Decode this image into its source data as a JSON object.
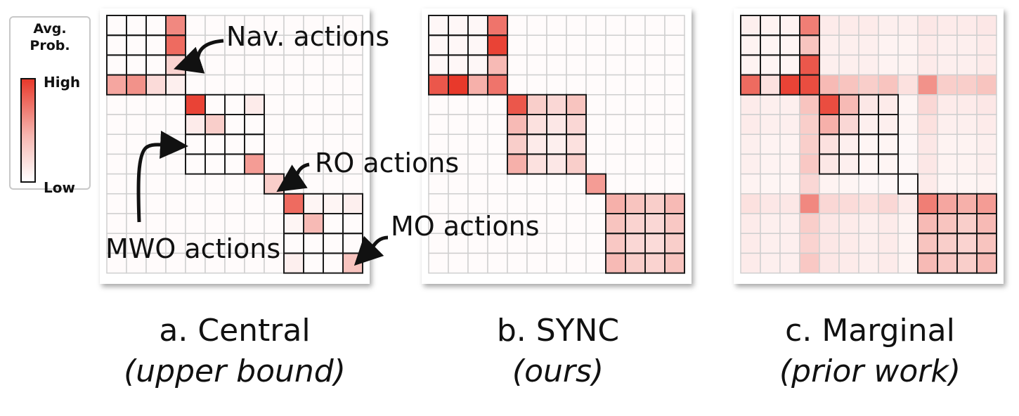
{
  "legend": {
    "title": "Avg.\nProb.",
    "high": "High",
    "low": "Low",
    "colors": {
      "high": "#e8392b",
      "low": "#ffffff"
    }
  },
  "annotations": {
    "nav": "Nav. actions",
    "ro": "RO actions",
    "mwo": "MWO actions",
    "mo": "MO actions"
  },
  "chart_data": [
    {
      "type": "heatmap",
      "caption": "a. Central",
      "subtitle": "(upper bound)",
      "size": 13,
      "blocks": [
        {
          "start": 0,
          "size": 4
        },
        {
          "start": 4,
          "size": 4
        },
        {
          "start": 8,
          "size": 1
        },
        {
          "start": 9,
          "size": 4
        }
      ],
      "values": [
        [
          0.02,
          0.02,
          0.02,
          0.6,
          0.02,
          0.02,
          0.02,
          0.02,
          0.02,
          0.02,
          0.02,
          0.02,
          0.02
        ],
        [
          0.02,
          0.02,
          0.02,
          0.75,
          0.02,
          0.02,
          0.02,
          0.02,
          0.02,
          0.02,
          0.02,
          0.02,
          0.02
        ],
        [
          0.02,
          0.02,
          0.02,
          0.22,
          0.02,
          0.02,
          0.02,
          0.02,
          0.02,
          0.02,
          0.02,
          0.02,
          0.02
        ],
        [
          0.45,
          0.55,
          0.18,
          0.08,
          0.02,
          0.02,
          0.02,
          0.02,
          0.02,
          0.02,
          0.02,
          0.02,
          0.02
        ],
        [
          0.02,
          0.02,
          0.02,
          0.02,
          0.95,
          0.02,
          0.02,
          0.1,
          0.02,
          0.02,
          0.02,
          0.02,
          0.02
        ],
        [
          0.02,
          0.02,
          0.02,
          0.02,
          0.1,
          0.25,
          0.02,
          0.02,
          0.02,
          0.02,
          0.02,
          0.02,
          0.02
        ],
        [
          0.02,
          0.02,
          0.02,
          0.02,
          0.02,
          0.02,
          0.02,
          0.02,
          0.02,
          0.02,
          0.02,
          0.02,
          0.02
        ],
        [
          0.02,
          0.02,
          0.02,
          0.02,
          0.02,
          0.02,
          0.02,
          0.5,
          0.02,
          0.02,
          0.02,
          0.02,
          0.02
        ],
        [
          0.02,
          0.02,
          0.02,
          0.02,
          0.02,
          0.02,
          0.02,
          0.02,
          0.25,
          0.02,
          0.02,
          0.02,
          0.02
        ],
        [
          0.02,
          0.02,
          0.02,
          0.02,
          0.02,
          0.02,
          0.02,
          0.02,
          0.02,
          0.75,
          0.05,
          0.05,
          0.08
        ],
        [
          0.02,
          0.02,
          0.02,
          0.02,
          0.02,
          0.02,
          0.02,
          0.02,
          0.02,
          0.05,
          0.35,
          0.02,
          0.02
        ],
        [
          0.02,
          0.02,
          0.02,
          0.02,
          0.02,
          0.02,
          0.02,
          0.02,
          0.02,
          0.02,
          0.02,
          0.02,
          0.02
        ],
        [
          0.02,
          0.02,
          0.02,
          0.02,
          0.02,
          0.02,
          0.02,
          0.02,
          0.02,
          0.08,
          0.02,
          0.02,
          0.3
        ]
      ]
    },
    {
      "type": "heatmap",
      "caption": "b. SYNC",
      "subtitle": "(ours)",
      "size": 13,
      "blocks": [
        {
          "start": 0,
          "size": 4
        },
        {
          "start": 4,
          "size": 4
        },
        {
          "start": 8,
          "size": 1
        },
        {
          "start": 9,
          "size": 4
        }
      ],
      "values": [
        [
          0.04,
          0.04,
          0.04,
          0.7,
          0.02,
          0.02,
          0.02,
          0.02,
          0.02,
          0.02,
          0.02,
          0.02,
          0.02
        ],
        [
          0.04,
          0.04,
          0.04,
          0.95,
          0.02,
          0.02,
          0.02,
          0.02,
          0.02,
          0.02,
          0.02,
          0.02,
          0.02
        ],
        [
          0.04,
          0.04,
          0.04,
          0.35,
          0.02,
          0.02,
          0.02,
          0.02,
          0.02,
          0.02,
          0.02,
          0.02,
          0.02
        ],
        [
          0.85,
          1.0,
          0.4,
          0.7,
          0.02,
          0.02,
          0.02,
          0.02,
          0.02,
          0.02,
          0.02,
          0.02,
          0.02
        ],
        [
          0.02,
          0.02,
          0.02,
          0.02,
          0.85,
          0.25,
          0.2,
          0.3,
          0.02,
          0.02,
          0.02,
          0.02,
          0.02
        ],
        [
          0.02,
          0.02,
          0.02,
          0.02,
          0.35,
          0.15,
          0.12,
          0.2,
          0.02,
          0.02,
          0.02,
          0.02,
          0.02
        ],
        [
          0.02,
          0.02,
          0.02,
          0.02,
          0.25,
          0.1,
          0.08,
          0.15,
          0.02,
          0.02,
          0.02,
          0.02,
          0.02
        ],
        [
          0.02,
          0.02,
          0.02,
          0.02,
          0.4,
          0.15,
          0.12,
          0.25,
          0.02,
          0.02,
          0.02,
          0.02,
          0.02
        ],
        [
          0.02,
          0.02,
          0.02,
          0.02,
          0.02,
          0.02,
          0.02,
          0.02,
          0.5,
          0.02,
          0.02,
          0.02,
          0.02
        ],
        [
          0.02,
          0.02,
          0.02,
          0.02,
          0.02,
          0.02,
          0.02,
          0.02,
          0.02,
          0.4,
          0.3,
          0.25,
          0.35
        ],
        [
          0.02,
          0.02,
          0.02,
          0.02,
          0.02,
          0.02,
          0.02,
          0.02,
          0.02,
          0.3,
          0.22,
          0.2,
          0.28
        ],
        [
          0.02,
          0.02,
          0.02,
          0.02,
          0.02,
          0.02,
          0.02,
          0.02,
          0.02,
          0.28,
          0.2,
          0.18,
          0.25
        ],
        [
          0.02,
          0.02,
          0.02,
          0.02,
          0.02,
          0.02,
          0.02,
          0.02,
          0.02,
          0.35,
          0.25,
          0.22,
          0.3
        ]
      ]
    },
    {
      "type": "heatmap",
      "caption": "c. Marginal",
      "subtitle": "(prior work)",
      "size": 13,
      "blocks": [
        {
          "start": 0,
          "size": 4
        },
        {
          "start": 4,
          "size": 4
        },
        {
          "start": 8,
          "size": 1
        },
        {
          "start": 9,
          "size": 4
        }
      ],
      "values": [
        [
          0.08,
          0.06,
          0.06,
          0.65,
          0.1,
          0.1,
          0.1,
          0.08,
          0.08,
          0.12,
          0.1,
          0.1,
          0.12
        ],
        [
          0.06,
          0.05,
          0.05,
          0.3,
          0.08,
          0.08,
          0.08,
          0.06,
          0.06,
          0.1,
          0.08,
          0.08,
          0.1
        ],
        [
          0.06,
          0.05,
          0.05,
          0.85,
          0.08,
          0.08,
          0.08,
          0.06,
          0.06,
          0.1,
          0.08,
          0.08,
          0.1
        ],
        [
          0.75,
          0.15,
          0.95,
          0.9,
          0.35,
          0.3,
          0.25,
          0.3,
          0.15,
          0.55,
          0.25,
          0.25,
          0.3
        ],
        [
          0.1,
          0.08,
          0.08,
          0.3,
          0.9,
          0.35,
          0.12,
          0.1,
          0.05,
          0.2,
          0.1,
          0.1,
          0.12
        ],
        [
          0.1,
          0.08,
          0.08,
          0.25,
          0.4,
          0.2,
          0.08,
          0.08,
          0.05,
          0.15,
          0.08,
          0.08,
          0.1
        ],
        [
          0.08,
          0.06,
          0.06,
          0.25,
          0.15,
          0.08,
          0.05,
          0.05,
          0.04,
          0.12,
          0.06,
          0.06,
          0.08
        ],
        [
          0.08,
          0.06,
          0.06,
          0.28,
          0.12,
          0.08,
          0.05,
          0.05,
          0.04,
          0.12,
          0.06,
          0.06,
          0.08
        ],
        [
          0.06,
          0.05,
          0.05,
          0.2,
          0.06,
          0.05,
          0.04,
          0.04,
          0.03,
          0.1,
          0.05,
          0.05,
          0.06
        ],
        [
          0.15,
          0.12,
          0.12,
          0.6,
          0.2,
          0.18,
          0.15,
          0.2,
          0.1,
          0.65,
          0.45,
          0.4,
          0.5
        ],
        [
          0.1,
          0.08,
          0.08,
          0.25,
          0.12,
          0.1,
          0.08,
          0.1,
          0.06,
          0.35,
          0.3,
          0.25,
          0.35
        ],
        [
          0.1,
          0.08,
          0.08,
          0.22,
          0.12,
          0.1,
          0.08,
          0.1,
          0.06,
          0.3,
          0.25,
          0.22,
          0.3
        ],
        [
          0.1,
          0.08,
          0.08,
          0.28,
          0.12,
          0.1,
          0.08,
          0.1,
          0.06,
          0.35,
          0.28,
          0.25,
          0.35
        ]
      ]
    }
  ]
}
